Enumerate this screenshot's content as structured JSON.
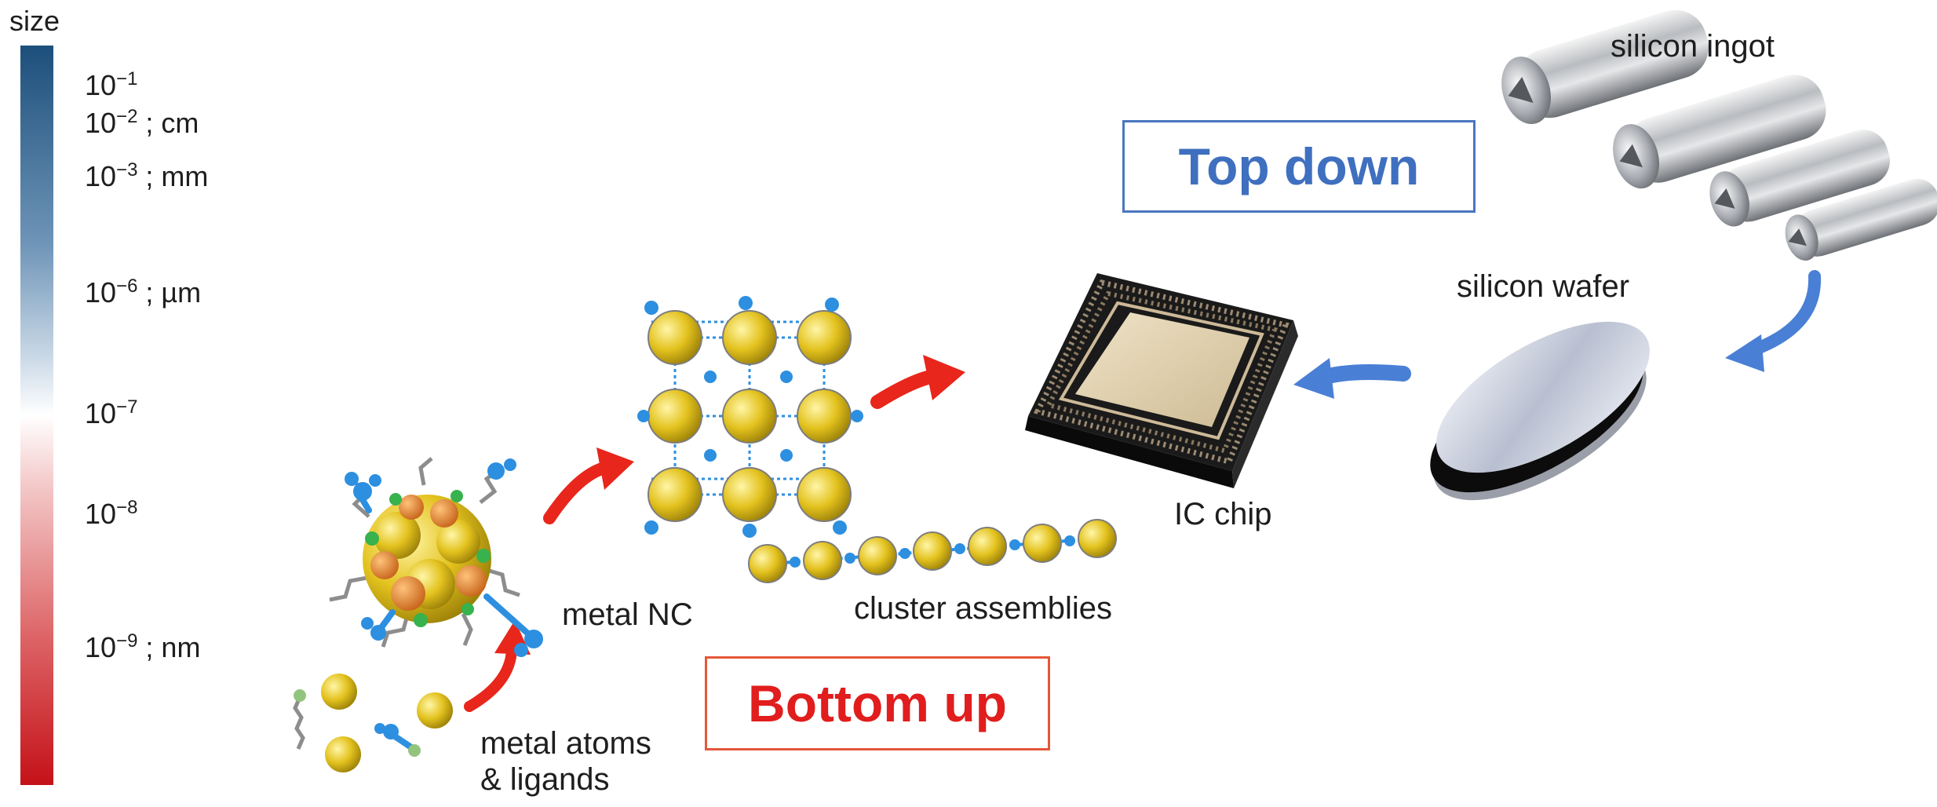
{
  "scale": {
    "title": "size",
    "ticks": [
      {
        "base": "10",
        "exp": "−1",
        "unit": ""
      },
      {
        "base": "10",
        "exp": "−2",
        "unit": " ; cm"
      },
      {
        "base": "10",
        "exp": "−3",
        "unit": " ; mm"
      },
      {
        "base": "10",
        "exp": "−6",
        "unit": " ; µm"
      },
      {
        "base": "10",
        "exp": "−7",
        "unit": ""
      },
      {
        "base": "10",
        "exp": "−8",
        "unit": ""
      },
      {
        "base": "10",
        "exp": "−9",
        "unit": " ; nm"
      }
    ],
    "colors": {
      "top": "#1c4f7b",
      "middle": "#ffffff",
      "bottom": "#c41218"
    }
  },
  "labels": {
    "silicon_ingot": "silicon ingot",
    "silicon_wafer": "silicon wafer",
    "ic_chip": "IC chip",
    "metal_nc": "metal NC",
    "cluster_assemblies": "cluster assemblies",
    "metal_atoms_line1": "metal atoms",
    "metal_atoms_line2": "& ligands"
  },
  "approaches": {
    "top_down": "Top down",
    "bottom_up": "Bottom up"
  },
  "colors": {
    "top_down_accent": "#3f6fbf",
    "bottom_up_accent": "#e11d1d",
    "arrow_blue": "#4a7fd6",
    "arrow_red": "#e8261b",
    "gold": "#e3c21e"
  }
}
